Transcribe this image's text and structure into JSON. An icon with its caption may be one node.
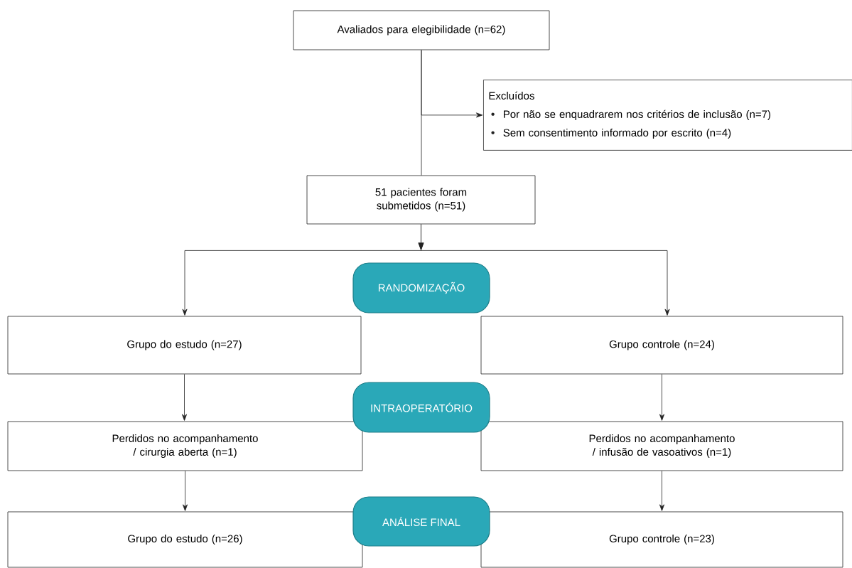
{
  "diagram": {
    "nodes": [
      {
        "text": [
          "Avaliados para elegibilidade (n=62)"
        ]
      },
      {
        "text": [
          "Excluídos",
          "Por não se enquadrarem nos critérios de inclusão (n=7)",
          "Sem consentimento informado por escrito (n=4)"
        ]
      },
      {
        "text": [
          "51 pacientes foram submetidos (n=51)"
        ]
      },
      {
        "text": [
          "RANDOMIZAÇÃO"
        ]
      },
      {
        "text": [
          "Grupo do estudo (n=27)"
        ]
      },
      {
        "text": [
          "Grupo controle (n=24)"
        ]
      },
      {
        "text": [
          "INTRAOPERATÓRIO"
        ]
      },
      {
        "text": [
          "Perdidos no acompanhamento / cirurgia aberta (n=1)"
        ]
      },
      {
        "text": [
          "Perdidos no acompanhamento / infusão de vasoativos (n=1)"
        ]
      },
      {
        "text": [
          "ANÁLISE FINAL"
        ]
      },
      {
        "text": [
          "Grupo do estudo (n=26)"
        ]
      },
      {
        "text": [
          "Grupo controle (n=23)"
        ]
      }
    ],
    "edges": [
      {
        "from": 0,
        "to": 2,
        "arrow": "none"
      },
      {
        "from": 0,
        "to": 1,
        "arrow": "to"
      },
      {
        "from": 2,
        "to": 4,
        "arrow": "to"
      },
      {
        "from": 2,
        "to": 5,
        "arrow": "to"
      },
      {
        "from": 4,
        "to": 7,
        "arrow": "to"
      },
      {
        "from": 5,
        "to": 8,
        "arrow": "to"
      },
      {
        "from": 7,
        "to": 10,
        "arrow": "to"
      },
      {
        "from": 8,
        "to": 11,
        "arrow": "to"
      }
    ]
  }
}
